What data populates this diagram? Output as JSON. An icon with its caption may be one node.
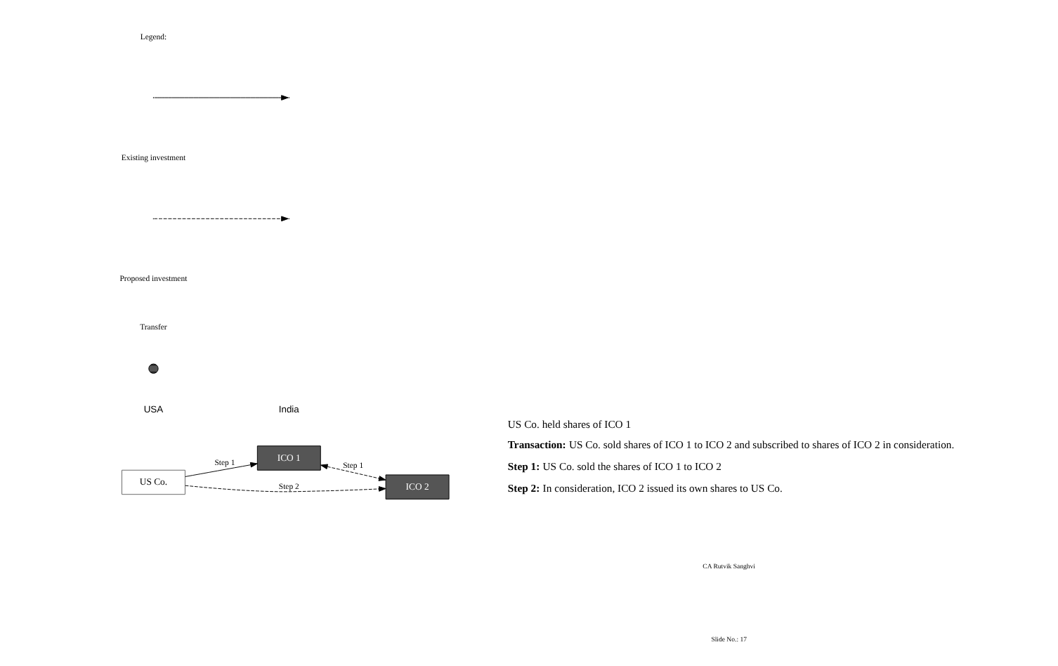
{
  "diagram": {
    "nodes": [
      {
        "text": [
          "US Co."
        ]
      },
      {
        "text": [
          "ICO 1"
        ]
      },
      {
        "text": [
          "ICO 2"
        ]
      }
    ],
    "edges": [
      {
        "from": 0,
        "to": 1,
        "arrow": "to",
        "label": "Step 1"
      },
      {
        "from": 1,
        "to": 2,
        "arrow": "both",
        "label": "Step 1",
        "style": "dashed"
      },
      {
        "from": 0,
        "to": 2,
        "arrow": "to",
        "label": "Step 2",
        "style": "dashed"
      }
    ],
    "labels": [
      "USA",
      "India",
      "US Co. held shares of ICO 1",
      "**Transaction:** US Co. sold shares of ICO 1 to ICO 2 and subscribed to shares of ICO 2 in consideration.",
      "**Step 1:** US Co. sold the shares of ICO 1 to ICO 2",
      "**Step 2:** In consideration, ICO 2 issued its own shares to US Co.",
      "CA Rutvik Sanghvi",
      "Slide No.: 17"
    ],
    "legend": [
      {
        "text": "Legend:"
      },
      {
        "text": "Existing investment"
      },
      {
        "text": "Proposed investment"
      },
      {
        "text": "Transfer"
      }
    ]
  }
}
